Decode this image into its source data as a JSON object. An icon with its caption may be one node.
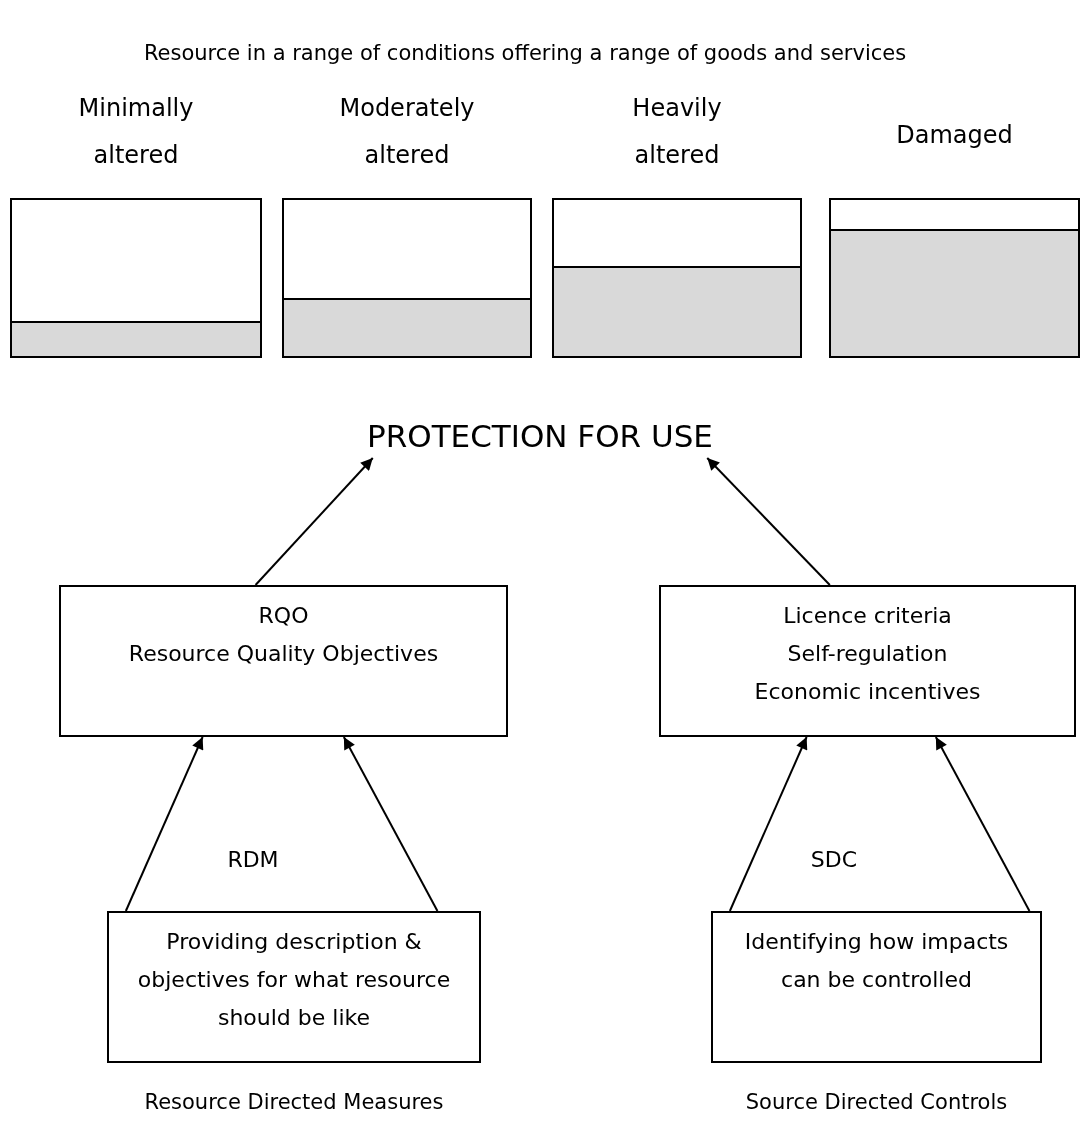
{
  "diagram": {
    "title": "Resource in a range of conditions offering a range of goods and services",
    "nodes": [
      {
        "text": [
          "Minimally altered"
        ]
      },
      {
        "text": [
          "Moderately altered"
        ]
      },
      {
        "text": [
          "Heavily altered"
        ]
      },
      {
        "text": [
          "Damaged"
        ]
      },
      {
        "text": [
          "PROTECTION FOR USE"
        ]
      },
      {
        "text": [
          "RQO",
          "Resource Quality Objectives"
        ]
      },
      {
        "text": [
          "Licence criteria",
          "Self-regulation",
          "Economic incentives"
        ]
      },
      {
        "text": [
          "Providing description & objectives for what resource should be like"
        ],
        "beside": [
          "Resource Directed Measures"
        ]
      },
      {
        "text": [
          "Identifying how impacts can be controlled"
        ],
        "beside": [
          "Source Directed Controls"
        ]
      }
    ],
    "edges": [
      {
        "from": 5,
        "to": 4,
        "arrow": "to"
      },
      {
        "from": 6,
        "to": 4,
        "arrow": "to"
      },
      {
        "from": 7,
        "to": 5,
        "arrow": "to"
      },
      {
        "from": 7,
        "to": 5,
        "arrow": "to"
      },
      {
        "from": 8,
        "to": 6,
        "arrow": "to"
      },
      {
        "from": 8,
        "to": 6,
        "arrow": "to"
      }
    ],
    "labels": [
      "RDM",
      "SDC"
    ]
  }
}
